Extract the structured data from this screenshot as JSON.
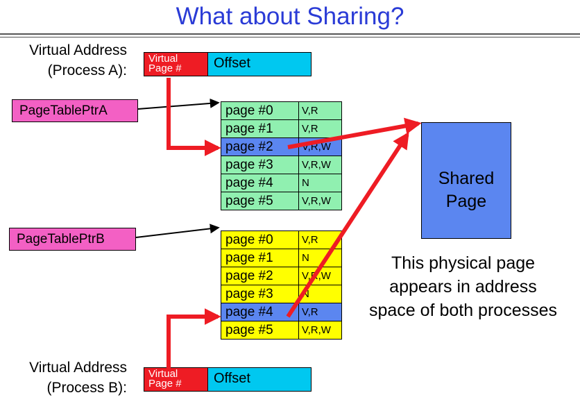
{
  "title": "What about Sharing?",
  "process_a": {
    "label_line1": "Virtual Address",
    "label_line2": "(Process A):",
    "vpn_line1": "Virtual",
    "vpn_line2": "Page #",
    "offset": "Offset"
  },
  "process_b": {
    "label_line1": "Virtual Address",
    "label_line2": "(Process B):",
    "vpn_line1": "Virtual",
    "vpn_line2": "Page #",
    "offset": "Offset"
  },
  "pointer_a": "PageTablePtrA",
  "pointer_b": "PageTablePtrB",
  "table_a": [
    {
      "page": "page #0",
      "flags": "V,R"
    },
    {
      "page": "page #1",
      "flags": "V,R"
    },
    {
      "page": "page #2",
      "flags": "V,R,W"
    },
    {
      "page": "page #3",
      "flags": "V,R,W"
    },
    {
      "page": "page #4",
      "flags": "N"
    },
    {
      "page": "page #5",
      "flags": "V,R,W"
    }
  ],
  "table_b": [
    {
      "page": "page #0",
      "flags": "V,R"
    },
    {
      "page": "page #1",
      "flags": "N"
    },
    {
      "page": "page #2",
      "flags": "V,R,W"
    },
    {
      "page": "page #3",
      "flags": "N"
    },
    {
      "page": "page #4",
      "flags": "V,R"
    },
    {
      "page": "page #5",
      "flags": "V,R,W"
    }
  ],
  "shared_page": {
    "line1": "Shared",
    "line2": "Page"
  },
  "caption": {
    "line1": "This physical page",
    "line2": "appears in address",
    "line3": "space of both processes"
  },
  "colors": {
    "title": "#2a3bd6",
    "vpn": "#ee1c24",
    "offset": "#00c8f0",
    "pointer": "#f360c4",
    "table_a": "#90f0b0",
    "table_b": "#ffff00",
    "highlight": "#5b86f0",
    "arrow": "#ee1c24"
  }
}
